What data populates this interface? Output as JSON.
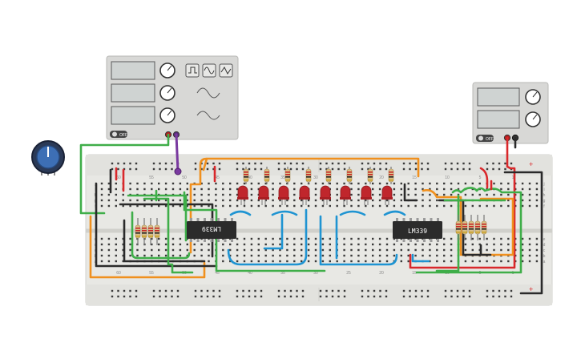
{
  "chips": [
    {
      "name": "chip-left",
      "label": "LM339",
      "rotated": true
    },
    {
      "name": "chip-right",
      "label": "LM339",
      "rotated": false
    }
  ],
  "function_generator": {
    "off_label": "OFF",
    "waveforms": [
      "square-wave-icon",
      "sine-wave-icon",
      "triangle-wave-icon"
    ]
  },
  "power_supply": {
    "off_label": "OFF"
  },
  "breadboard": {
    "row_letters_left_top": [
      "j",
      "i",
      "h",
      "g",
      "f"
    ],
    "row_letters_left_bottom": [
      "e",
      "d",
      "c",
      "b",
      "a"
    ],
    "col_numbers_top": [
      "60",
      "55",
      "50",
      "45",
      "40",
      "35",
      "30",
      "25",
      "20",
      "15",
      "10",
      "5",
      "1"
    ],
    "plus": "+",
    "minus": "−"
  },
  "colors": {
    "board": "#e9e9e6",
    "wire_green": "#3fae49",
    "wire_orange": "#f0901e",
    "wire_blue": "#1f94d2",
    "wire_black": "#2a2a2a",
    "wire_red": "#d9282b",
    "wire_purple": "#7a3aa0",
    "led_red": "#c0262c",
    "chip": "#2b2b2b"
  }
}
